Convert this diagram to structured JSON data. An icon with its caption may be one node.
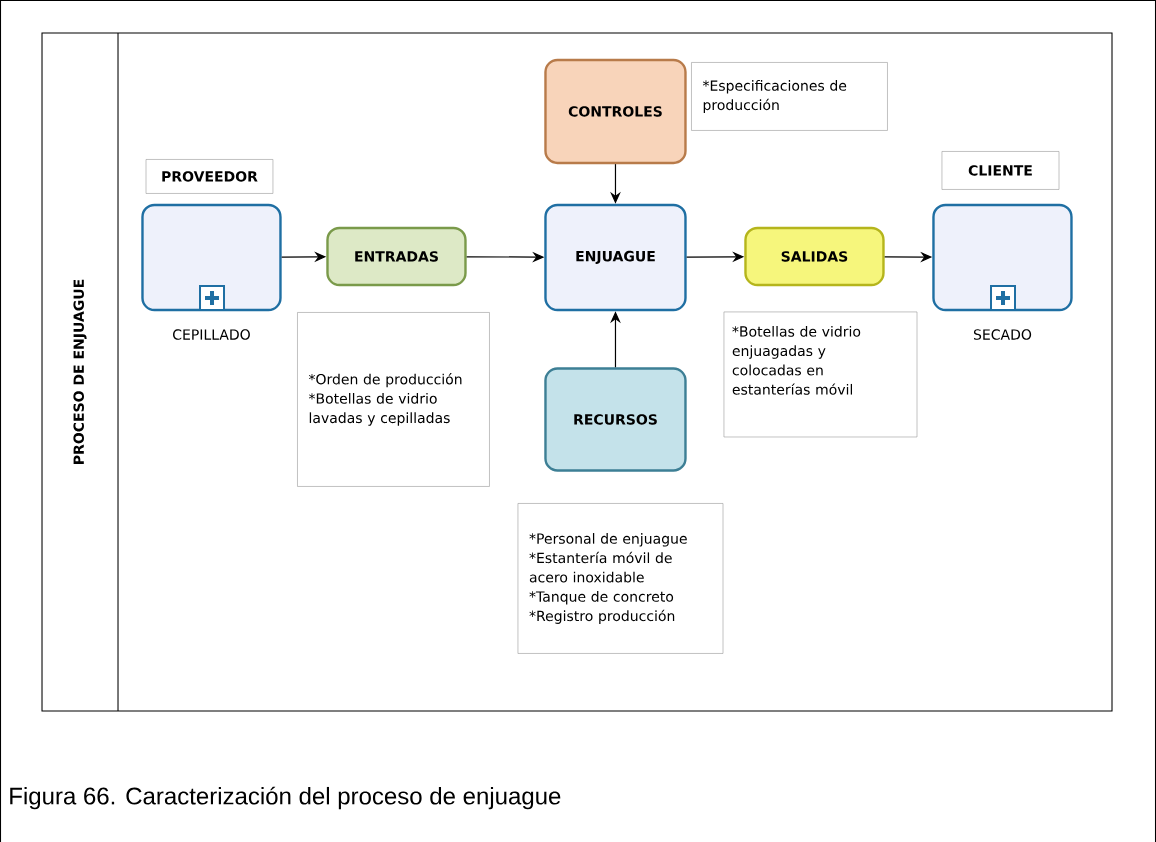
{
  "diagram": {
    "caption": "Figura  66. Caracterización del proceso de enjuague",
    "nodes": [
      {
        "text": [
          "PROCESO DE ENJUAGUE"
        ]
      },
      {
        "text": [
          "PROVEEDOR"
        ],
        "in": 0
      },
      {
        "text": [
          "CEPILLADO"
        ],
        "in": 0
      },
      {
        "text": [
          "ENTRADAS"
        ],
        "in": 0
      },
      {
        "text": [
          "CONTROLES"
        ],
        "in": 0
      },
      {
        "text": [
          "*Especificaciones de producción"
        ],
        "in": 0
      },
      {
        "text": [
          "ENJUAGUE"
        ],
        "in": 0
      },
      {
        "text": [
          "*Orden de producción",
          "*Botellas de vidrio lavadas y cepilladas"
        ],
        "in": 0
      },
      {
        "text": [
          "RECURSOS"
        ],
        "in": 0
      },
      {
        "text": [
          "*Personal de enjuague",
          "*Estantería móvil de acero inoxidable",
          "*Tanque de concreto",
          "*Registro producción"
        ],
        "in": 0
      },
      {
        "text": [
          "SALIDAS"
        ],
        "in": 0
      },
      {
        "text": [
          "*Botellas de vidrio enjuagadas y colocadas en estanterías móvil"
        ],
        "in": 0
      },
      {
        "text": [
          "CLIENTE"
        ],
        "in": 0
      },
      {
        "text": [
          "SECADO"
        ],
        "in": 0
      }
    ],
    "edges": [
      {
        "from": 2,
        "to": 3,
        "arrow": "to"
      },
      {
        "from": 3,
        "to": 6,
        "arrow": "to"
      },
      {
        "from": 4,
        "to": 6,
        "arrow": "to"
      },
      {
        "from": 8,
        "to": 6,
        "arrow": "to"
      },
      {
        "from": 6,
        "to": 10,
        "arrow": "to"
      },
      {
        "from": 10,
        "to": 13,
        "arrow": "to"
      }
    ]
  }
}
